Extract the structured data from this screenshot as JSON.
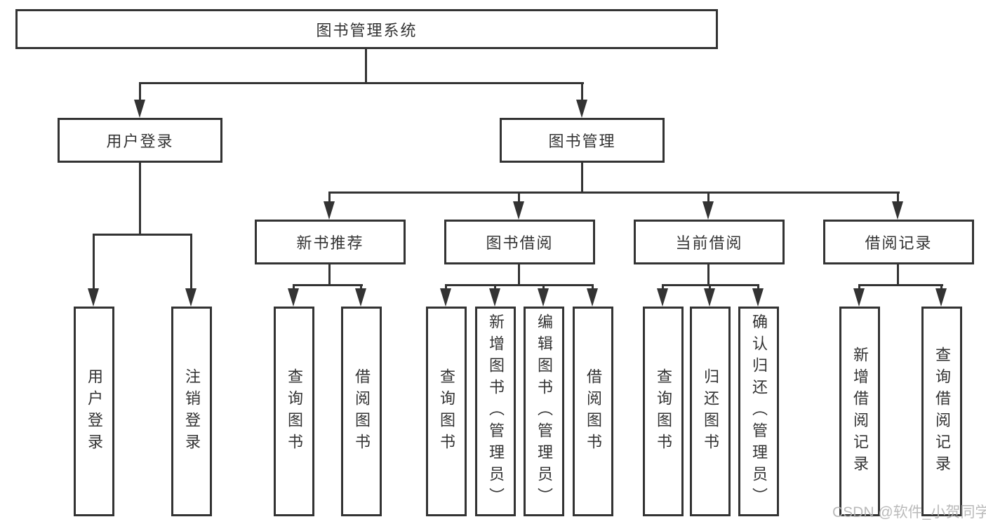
{
  "diagram": {
    "title": "图书管理系统",
    "nodes": {
      "root": "图书管理系统",
      "user_login": "用户登录",
      "book_mgmt": "图书管理",
      "new_book_rec": "新书推荐",
      "book_borrow": "图书借阅",
      "current_borrow": "当前借阅",
      "borrow_records": "借阅记录",
      "ul_user_login": "用户登录",
      "ul_logout": "注销登录",
      "nbr_query_books": "查询图书",
      "nbr_borrow_books": "借阅图书",
      "bb_query_books": "查询图书",
      "bb_add_books": "新增图书（管理员）",
      "bb_edit_books": "编辑图书（管理员）",
      "bb_borrow_books": "借阅图书",
      "cb_query_books": "查询图书",
      "cb_return_books": "归还图书",
      "cb_confirm_return": "确认归还（管理员）",
      "br_add_record": "新增借阅记录",
      "br_query_record": "查询借阅记录"
    },
    "hierarchy": {
      "图书管理系统": [
        "用户登录",
        "图书管理"
      ],
      "用户登录": [
        "用户登录",
        "注销登录"
      ],
      "图书管理": [
        "新书推荐",
        "图书借阅",
        "当前借阅",
        "借阅记录"
      ],
      "新书推荐": [
        "查询图书",
        "借阅图书"
      ],
      "图书借阅": [
        "查询图书",
        "新增图书（管理员）",
        "编辑图书（管理员）",
        "借阅图书"
      ],
      "当前借阅": [
        "查询图书",
        "归还图书",
        "确认归还（管理员）"
      ],
      "借阅记录": [
        "新增借阅记录",
        "查询借阅记录"
      ]
    },
    "colors": {
      "line": "#333333",
      "text": "#333333",
      "background": "#ffffff",
      "watermark_text_color": "#b3b3b3"
    }
  },
  "watermark": "CSDN @软件_小贺同学"
}
